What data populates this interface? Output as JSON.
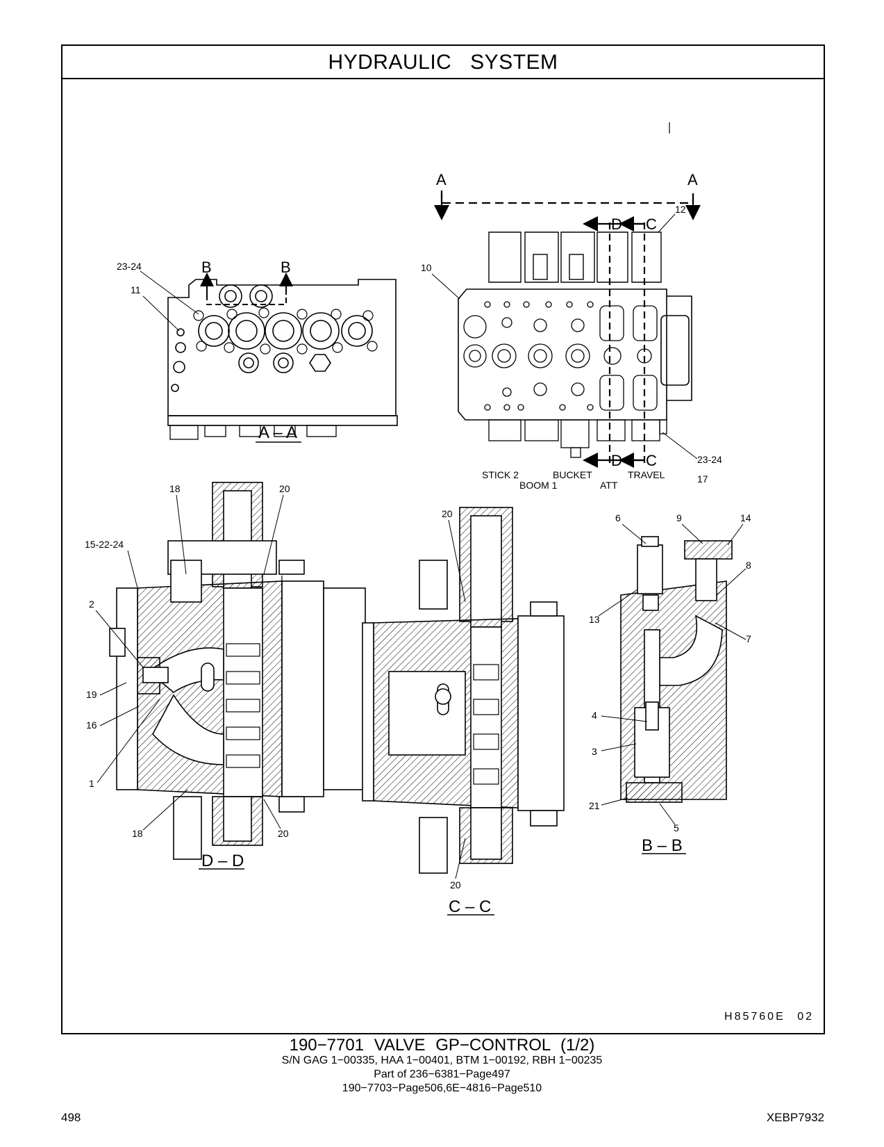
{
  "header": {
    "title": "HYDRAULIC SYSTEM"
  },
  "views": {
    "aa": {
      "label": "A – A",
      "section": "B"
    },
    "main": {
      "section_a": "A",
      "section_d": "D",
      "section_c": "C",
      "labels": [
        "STICK 2",
        "BUCKET",
        "TRAVEL",
        "BOOM 1",
        "ATT"
      ]
    },
    "dd": {
      "label": "D – D"
    },
    "cc": {
      "label": "C – C"
    },
    "bb": {
      "label": "B – B"
    }
  },
  "callouts": {
    "aa": [
      "23-24",
      "11"
    ],
    "main": [
      "10",
      "12",
      "23-24",
      "17"
    ],
    "dd": [
      "18",
      "20",
      "15-22-24",
      "2",
      "19",
      "16",
      "1",
      "18",
      "20"
    ],
    "cc": [
      "20",
      "20"
    ],
    "bb": [
      "6",
      "9",
      "14",
      "8",
      "13",
      "7",
      "4",
      "3",
      "21",
      "5"
    ]
  },
  "drawing_code": "H85760E 02",
  "caption": {
    "line1": "190−7701   VALVE  GP−CONTROL (1/2)",
    "line2": "S/N GAG 1−00335, HAA 1−00401, BTM 1−00192, RBH 1−00235",
    "line3": "Part of 236−6381−Page497",
    "line4": "190−7703−Page506,6E−4816−Page510"
  },
  "footer": {
    "page_number": "498",
    "doc_id": "XEBP7932"
  }
}
